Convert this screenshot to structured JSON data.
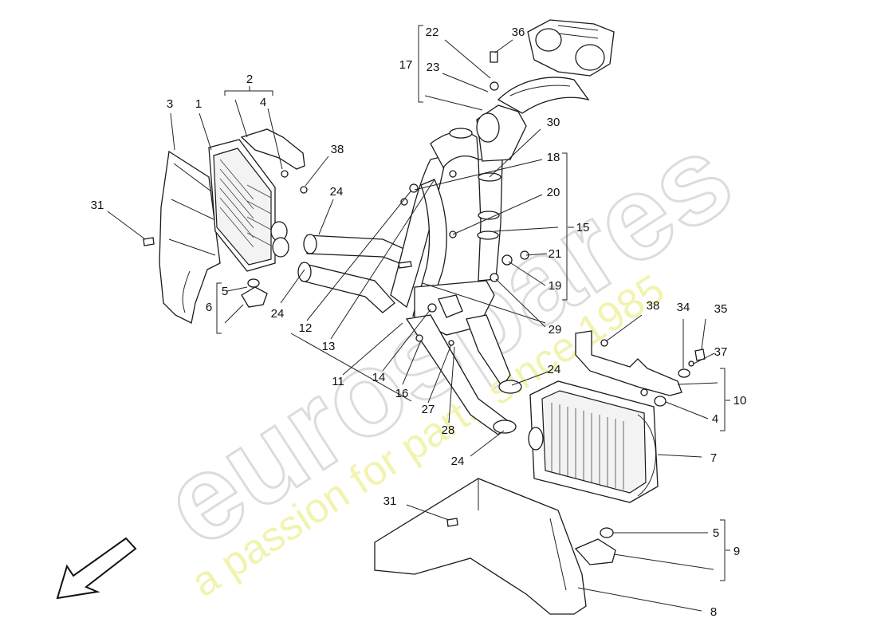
{
  "watermark": {
    "brand": "eurospares",
    "tagline": "a passion for parts since 1985",
    "brand_color": "#e6e6e6",
    "tagline_color": "#f1f1a8"
  },
  "callouts": {
    "c1": "1",
    "c2": "2",
    "c3": "3",
    "c4a": "4",
    "c4b": "4",
    "c5a": "5",
    "c5b": "5",
    "c6": "6",
    "c7": "7",
    "c8": "8",
    "c9": "9",
    "c10": "10",
    "c11": "11",
    "c12": "12",
    "c13": "13",
    "c14": "14",
    "c15": "15",
    "c16": "16",
    "c17": "17",
    "c18": "18",
    "c19": "19",
    "c20": "20",
    "c21": "21",
    "c22": "22",
    "c23": "23",
    "c24a": "24",
    "c24b": "24",
    "c24c": "24",
    "c24d": "24",
    "c27": "27",
    "c28": "28",
    "c29": "29",
    "c30": "30",
    "c31a": "31",
    "c31b": "31",
    "c34": "34",
    "c35": "35",
    "c36": "36",
    "c37": "37",
    "c38a": "38",
    "c38b": "38"
  },
  "direction_icon": "arrow-down-left-icon"
}
